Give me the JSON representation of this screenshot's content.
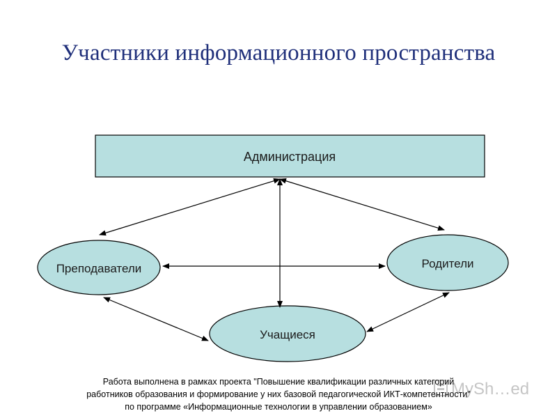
{
  "title": "Участники информационного пространства",
  "nodes": {
    "administration": "Администрация",
    "teachers": "Преподаватели",
    "parents": "Родители",
    "students": "Учащиеся"
  },
  "footer": {
    "line1": "Работа выполнена в рамках проекта \"Повышение квалификации различных категорий",
    "line2": "работников образования и формирование у них базовой педагогической ИКТ-компетентности\"",
    "line3": "по программе «Информационные технологии в управлении образованием»"
  },
  "watermark": {
    "text": "MySh…ed"
  },
  "colors": {
    "title": "#1f2f7a",
    "node_fill": "#b7dfe0",
    "node_stroke": "#000000",
    "text": "#1a1a1a"
  }
}
